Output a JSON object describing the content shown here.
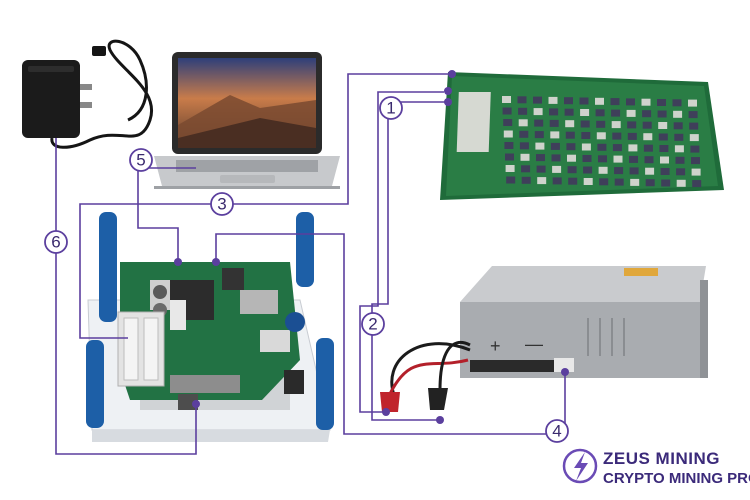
{
  "callouts": [
    {
      "id": "1",
      "label": "1"
    },
    {
      "id": "2",
      "label": "2"
    },
    {
      "id": "3",
      "label": "3"
    },
    {
      "id": "4",
      "label": "4"
    },
    {
      "id": "5",
      "label": "5"
    },
    {
      "id": "6",
      "label": "6"
    }
  ],
  "psu_terminals": {
    "plus": "+",
    "minus": "—"
  },
  "brand": {
    "line1": "ZEUS MINING",
    "line2": "CRYPTO MINING PRO"
  },
  "colors": {
    "wire": "#5b3f9e",
    "callout_stroke": "#5b3f9e",
    "pcb_green": "#1f6b3a",
    "brand": "#3b2a7a",
    "logo_purple": "#6a4bb5"
  }
}
